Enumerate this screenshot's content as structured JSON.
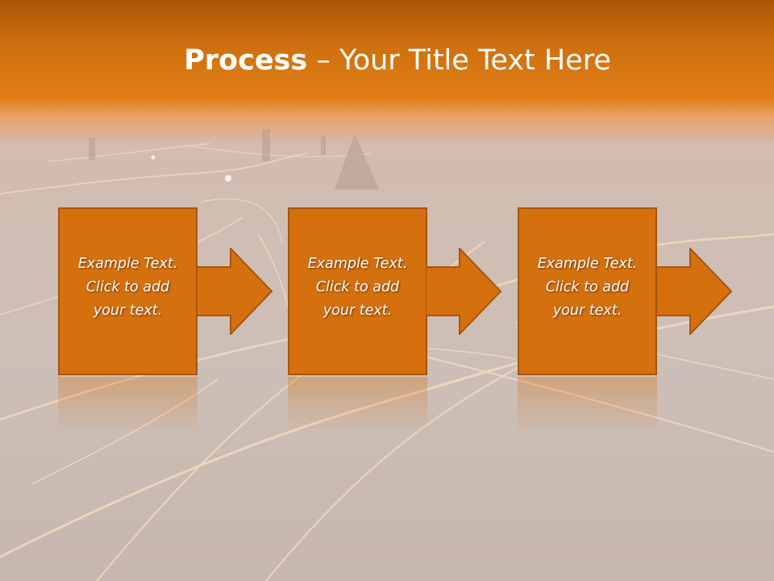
{
  "slide": {
    "title_bold": "Process",
    "title_rest": " – Your Title Text Here"
  },
  "steps": [
    {
      "line1": "Example Text.",
      "line2": "Click  to add",
      "line3": "your text."
    },
    {
      "line1": "Example Text.",
      "line2": "Click  to add",
      "line3": "your text."
    },
    {
      "line1": "Example Text.",
      "line2": "Click  to add",
      "line3": "your text."
    }
  ],
  "colors": {
    "header_orange": "#d0700e",
    "box_fill": "#d5700f",
    "box_border": "#a5560f",
    "background": "#cdbfb7"
  },
  "icons": [
    "right-arrow-icon"
  ]
}
